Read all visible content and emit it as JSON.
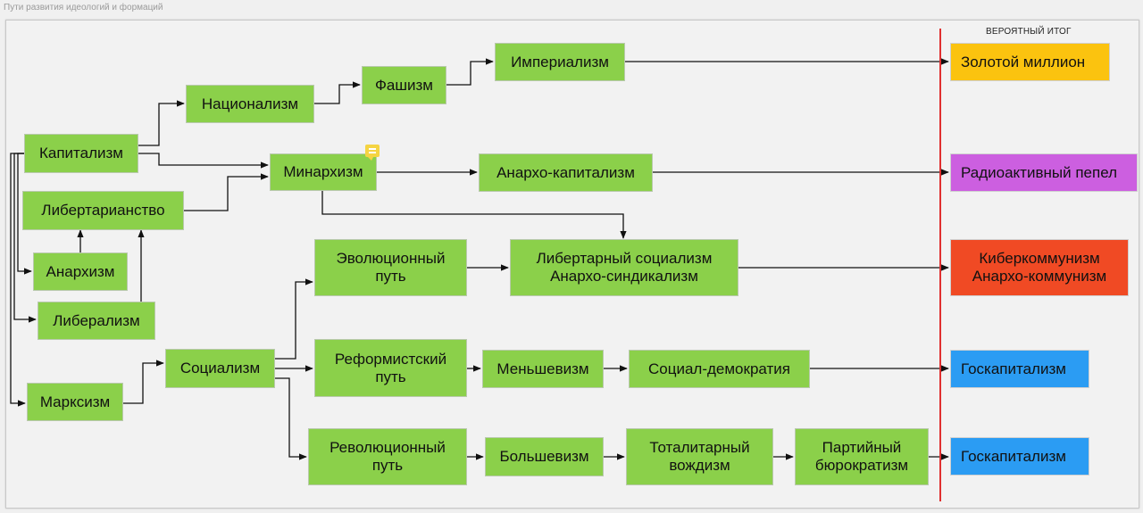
{
  "page_title": "Пути развития идеологий и формаций",
  "outcome_header": "ВЕРОЯТНЫЙ ИТОГ",
  "colors": {
    "node": "#8bd04a",
    "gold": "#fbc30f",
    "purple": "#cc5fe0",
    "red": "#f04a24",
    "blue": "#2b9cf3",
    "divider": "#e03030",
    "comment": "#f5d442"
  },
  "icons": [
    "comment-icon"
  ],
  "nodes": {
    "capitalism": "Капитализм",
    "libertarianism": "Либертарианство",
    "anarchism": "Анархизм",
    "liberalism": "Либерализм",
    "marxism": "Марксизм",
    "socialism": "Социализм",
    "nationalism": "Национализм",
    "fascism": "Фашизм",
    "imperialism": "Империализм",
    "minarchism": "Минархизм",
    "anarcho_capitalism": "Анархо-капитализм",
    "evolutionary_line1": "Эволюционный",
    "evolutionary_line2": "путь",
    "lib_socialism_line1": "Либертарный социализм",
    "lib_socialism_line2": "Анархо-синдикализм",
    "reformist_line1": "Реформистский",
    "reformist_line2": "путь",
    "menshevism": "Меньшевизм",
    "social_democracy": "Социал-демократия",
    "revolutionary_line1": "Революционный",
    "revolutionary_line2": "путь",
    "bolshevism": "Большевизм",
    "totalitarian_line1": "Тоталитарный",
    "totalitarian_line2": "вождизм",
    "party_line1": "Партийный",
    "party_line2": "бюрократизм"
  },
  "outcomes": {
    "golden_billion": "Золотой миллион",
    "radioactive_ash": "Радиоактивный пепел",
    "cybercommunism_line1": "Киберкоммунизм",
    "cybercommunism_line2": "Анархо-коммунизм",
    "state_capitalism_1": "Госкапитализм",
    "state_capitalism_2": "Госкапитализм"
  }
}
